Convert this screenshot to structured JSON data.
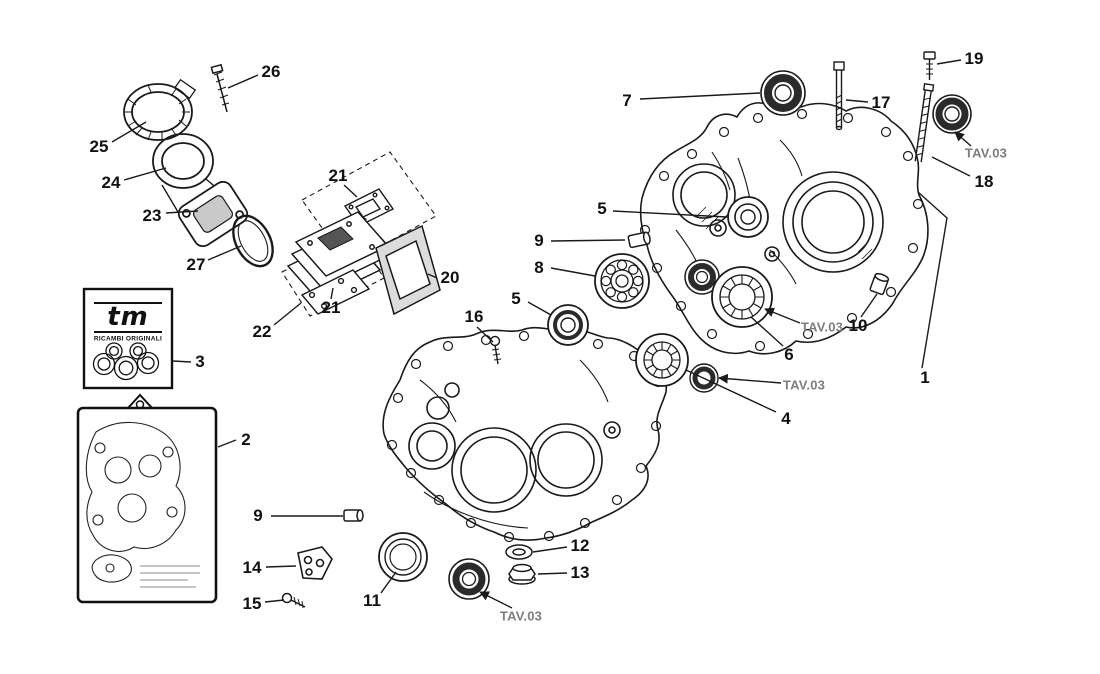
{
  "diagram": {
    "colors": {
      "background": "#ffffff",
      "line": "#1a1a1a",
      "tav_text": "#7d7d7d",
      "port_fill": "#c9c9c9"
    }
  },
  "brand_box": {
    "brand": "tm",
    "subtitle": "RICAMBI ORIGINALI"
  },
  "tav": {
    "label": "TAV.03"
  },
  "callouts": {
    "n1": {
      "label": "1"
    },
    "n2": {
      "label": "2"
    },
    "n3": {
      "label": "3"
    },
    "n4": {
      "label": "4"
    },
    "n5a": {
      "label": "5"
    },
    "n5b": {
      "label": "5"
    },
    "n6": {
      "label": "6"
    },
    "n7": {
      "label": "7"
    },
    "n8": {
      "label": "8"
    },
    "n9a": {
      "label": "9"
    },
    "n9b": {
      "label": "9"
    },
    "n10": {
      "label": "10"
    },
    "n11": {
      "label": "11"
    },
    "n12": {
      "label": "12"
    },
    "n13": {
      "label": "13"
    },
    "n14": {
      "label": "14"
    },
    "n15": {
      "label": "15"
    },
    "n16": {
      "label": "16"
    },
    "n17": {
      "label": "17"
    },
    "n18": {
      "label": "18"
    },
    "n19": {
      "label": "19"
    },
    "n20": {
      "label": "20"
    },
    "n21a": {
      "label": "21"
    },
    "n21b": {
      "label": "21"
    },
    "n22": {
      "label": "22"
    },
    "n23": {
      "label": "23"
    },
    "n24": {
      "label": "24"
    },
    "n25": {
      "label": "25"
    },
    "n26": {
      "label": "26"
    },
    "n27": {
      "label": "27"
    }
  }
}
